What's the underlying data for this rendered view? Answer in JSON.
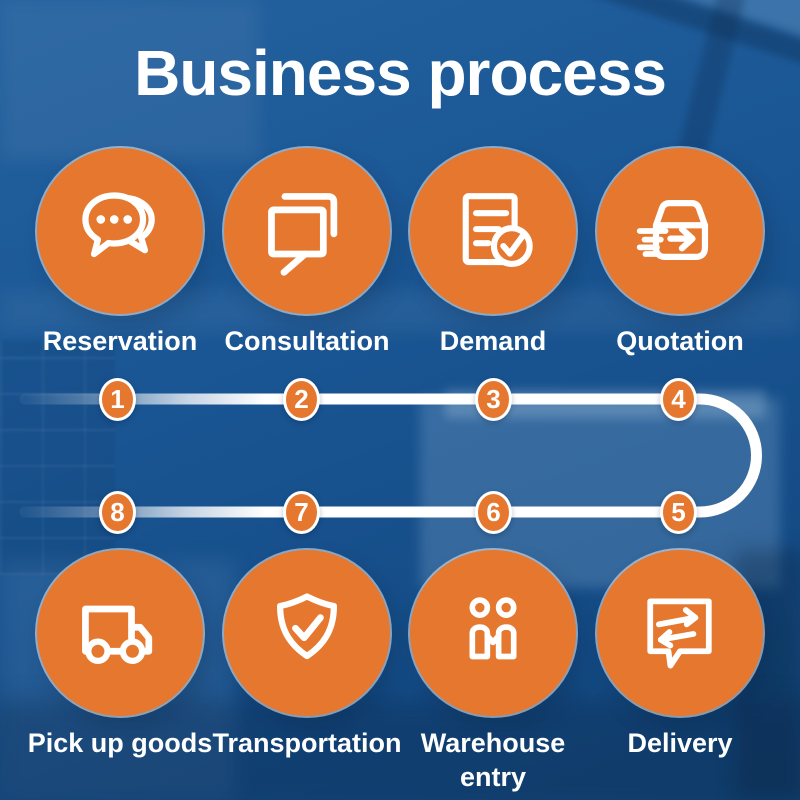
{
  "title": "Business process",
  "colors": {
    "accent_orange": "#E5772E",
    "background_blue": "#1A5694",
    "text_white": "#FFFFFF",
    "flow_line": "#FFFFFF"
  },
  "top_steps": [
    {
      "label": "Reservation",
      "icon": "chat-bubbles-icon"
    },
    {
      "label": "Consultation",
      "icon": "message-panels-icon"
    },
    {
      "label": "Demand",
      "icon": "document-check-icon"
    },
    {
      "label": "Quotation",
      "icon": "box-arrow-icon"
    }
  ],
  "bottom_steps": [
    {
      "label": "Pick up goods",
      "icon": "truck-icon"
    },
    {
      "label": "Transportation",
      "icon": "shield-check-icon"
    },
    {
      "label": "Warehouse entry",
      "icon": "people-handshake-icon"
    },
    {
      "label": "Delivery",
      "icon": "message-transfer-icon"
    }
  ],
  "flow": {
    "top_row_numbers": [
      "1",
      "2",
      "3",
      "4"
    ],
    "bottom_row_numbers": [
      "8",
      "7",
      "6",
      "5"
    ]
  }
}
